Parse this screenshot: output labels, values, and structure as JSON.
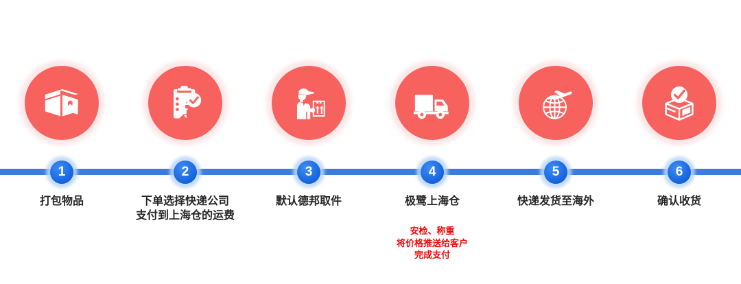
{
  "theme": {
    "icon_circle_color": "#F7625F",
    "icon_halo_color": "#FBD9D9",
    "rail_color": "#3B7CE0",
    "node_color": "#1769E0",
    "node_glow_color": "#BCD6F8",
    "label_color": "#262626",
    "sublabel_color": "#EE0B0B",
    "background": "#FFFFFF"
  },
  "steps": [
    {
      "number": "1",
      "icon": "package-box-icon",
      "label": "打包物品",
      "sublabel": ""
    },
    {
      "number": "2",
      "icon": "clipboard-checklist-check-icon",
      "label": "下单选择快递公司\n支付到上海仓的运费",
      "sublabel": ""
    },
    {
      "number": "3",
      "icon": "courier-with-parcel-icon",
      "label": "默认德邦取件",
      "sublabel": ""
    },
    {
      "number": "4",
      "icon": "delivery-truck-icon",
      "label": "极鹭上海仓",
      "sublabel": "安检、称重\n将价格推送给客户\n完成支付"
    },
    {
      "number": "5",
      "icon": "airplane-globe-icon",
      "label": "快递发货至海外",
      "sublabel": ""
    },
    {
      "number": "6",
      "icon": "box-checkmark-icon",
      "label": "确认收货",
      "sublabel": ""
    }
  ]
}
